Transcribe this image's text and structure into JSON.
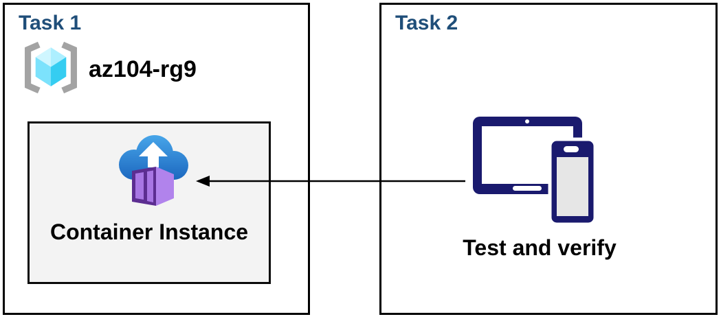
{
  "task1": {
    "title": "Task 1",
    "resource_group": {
      "name": "az104-rg9",
      "icon": "resource-group-icon"
    },
    "container": {
      "label": "Container Instance",
      "icon": "container-instance-icon"
    }
  },
  "task2": {
    "title": "Task 2",
    "label": "Test and verify",
    "icon": "devices-icon"
  },
  "arrow": {
    "from": "task2-devices",
    "to": "task1-container-instance",
    "direction": "right-to-left"
  },
  "colors": {
    "task_title_blue": "#1F4E79",
    "box_border": "#000000",
    "inner_box_bg": "#F3F3F3",
    "device_navy": "#1A1A6E",
    "phone_screen_gray": "#E6E6E6",
    "cloud_blue_top": "#47A5E9",
    "cloud_blue_bottom": "#1B66BE",
    "container_purple_light": "#B183EC",
    "container_purple_dark": "#5C2D91",
    "cube_cyan_light": "#CFF6FF",
    "cube_cyan_mid": "#7CE2FC",
    "cube_cyan_dark": "#35CDF1",
    "bracket_gray": "#A3A3A3"
  }
}
